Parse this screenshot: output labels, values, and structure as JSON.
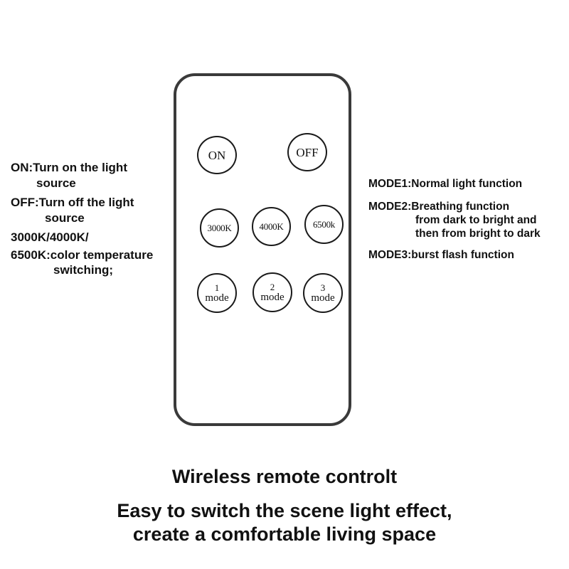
{
  "remote": {
    "buttons": {
      "on": "ON",
      "off": "OFF",
      "temp_3000": "3000K",
      "temp_4000": "4000K",
      "temp_6500": "6500k",
      "mode1_num": "1",
      "mode1_word": "mode",
      "mode2_num": "2",
      "mode2_word": "mode",
      "mode3_num": "3",
      "mode3_word": "mode"
    }
  },
  "left_notes": {
    "on_line1": "ON:Turn on the light",
    "on_line2": "source",
    "off_line1": "OFF:Turn off the light",
    "off_line2": "source",
    "temp_line1": "3000K/4000K/",
    "temp_line2": "6500K:color temperature",
    "temp_line3": "switching;"
  },
  "right_notes": {
    "mode1": "MODE1:Normal light function",
    "mode2_line1": "MODE2:Breathing function",
    "mode2_line2": "from dark to bright and",
    "mode2_line3": "then from bright to dark",
    "mode3": "MODE3:burst flash function"
  },
  "footer": {
    "title": "Wireless remote controlt",
    "line1": "Easy to switch the scene light effect,",
    "line2": "create a comfortable living space"
  }
}
